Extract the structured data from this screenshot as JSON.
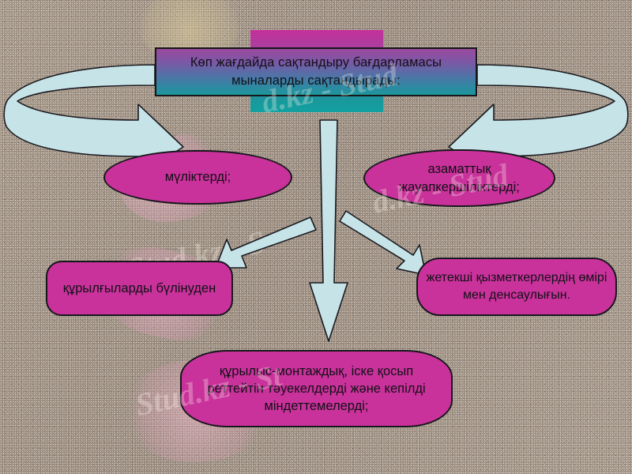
{
  "slide": {
    "title_box": {
      "text": "Көп жағдайда сақтандыру бағдарламасы мыналарды сақтандырады:",
      "gradient_top_color": "#c4309a",
      "gradient_bottom_color": "#13a0a0",
      "border_color": "#17171b"
    },
    "background": {
      "texture": "granite-speckle",
      "base_color": "#a39587"
    },
    "accent_colors": {
      "box_fill": "#c9319b",
      "arrow_fill": "#c6e3e8",
      "arrow_stroke": "#1a1a1f",
      "text_color": "#111116"
    },
    "watermarks": [
      {
        "name": "watermark-top-center",
        "text": "d.kz - Stud"
      },
      {
        "name": "watermark-mid-right",
        "text": "d.kz - Stud"
      },
      {
        "name": "watermark-mid-left",
        "text": "Stud.kz - S"
      },
      {
        "name": "watermark-bottom",
        "text": "Stud.kz - St"
      }
    ],
    "nodes": [
      {
        "id": "mulikterdi",
        "text": "мүліктерді;",
        "shape": "rounded-pill"
      },
      {
        "id": "azamattyk",
        "text": "азаматтық жауапкершіліктерді;",
        "shape": "rounded-pill"
      },
      {
        "id": "qurylgylarda",
        "text": "құрылғыларды бүлінуден",
        "shape": "rounded-rect"
      },
      {
        "id": "zhetekshi",
        "text": "жетекші қызметкерлердің өмірі мен денсаулығын.",
        "shape": "rounded-rect"
      },
      {
        "id": "qurylys",
        "text": "құрылыс-монтаждық, іске қосып реттейтін тәуекелдерді және кепілді міндеттемелерді;",
        "shape": "rounded-pill"
      }
    ],
    "arrows": [
      {
        "id": "arrow-curved-left",
        "name": "curved-u-turn-arrow-left",
        "direction": "left-then-down-right"
      },
      {
        "id": "arrow-curved-right",
        "name": "curved-u-turn-arrow-right",
        "direction": "right-then-down-left"
      },
      {
        "id": "arrow-down-center",
        "name": "down-arrow-center",
        "direction": "down"
      },
      {
        "id": "arrow-diagonal-left",
        "name": "diagonal-arrow-down-left",
        "direction": "down-left"
      },
      {
        "id": "arrow-diagonal-right",
        "name": "diagonal-arrow-down-right",
        "direction": "down-right"
      }
    ]
  }
}
